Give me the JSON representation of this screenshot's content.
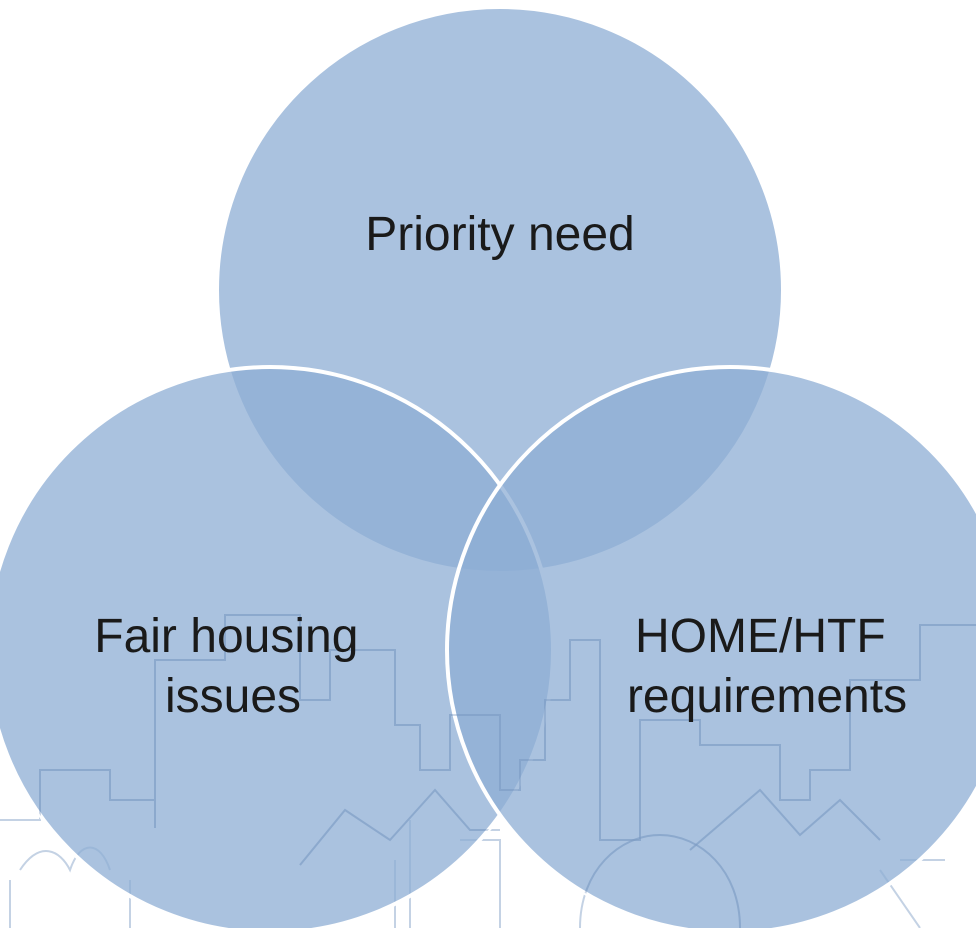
{
  "diagram": {
    "type": "venn",
    "circles": [
      {
        "id": "top",
        "label_lines": [
          "Priority need"
        ]
      },
      {
        "id": "left",
        "label_lines": [
          "Fair housing",
          "issues"
        ]
      },
      {
        "id": "right",
        "label_lines": [
          "HOME/HTF",
          "requirements"
        ]
      }
    ]
  },
  "colors": {
    "circle_fill": "#8eadd4",
    "circle_stroke": "#ffffff",
    "skyline": "#c4d2e4",
    "skyline_on_circle": "#6f8fb9"
  }
}
